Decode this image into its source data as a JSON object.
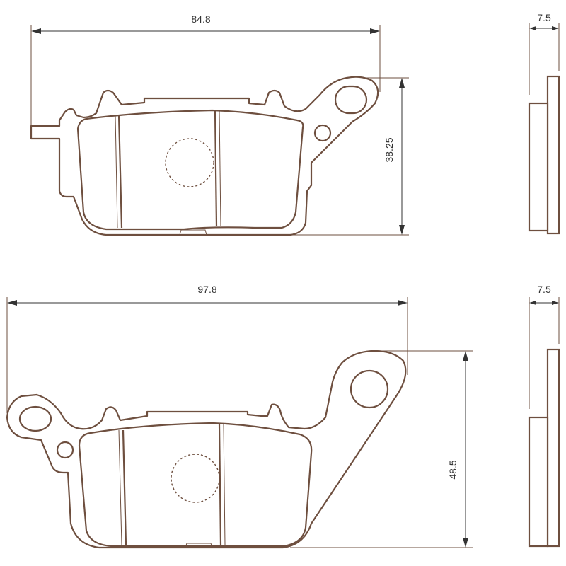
{
  "top_pad": {
    "width_dim": "84.8",
    "height_dim": "38.25",
    "thickness_dim": "7.5"
  },
  "bottom_pad": {
    "width_dim": "97.8",
    "height_dim": "48.5",
    "thickness_dim": "7.5"
  }
}
